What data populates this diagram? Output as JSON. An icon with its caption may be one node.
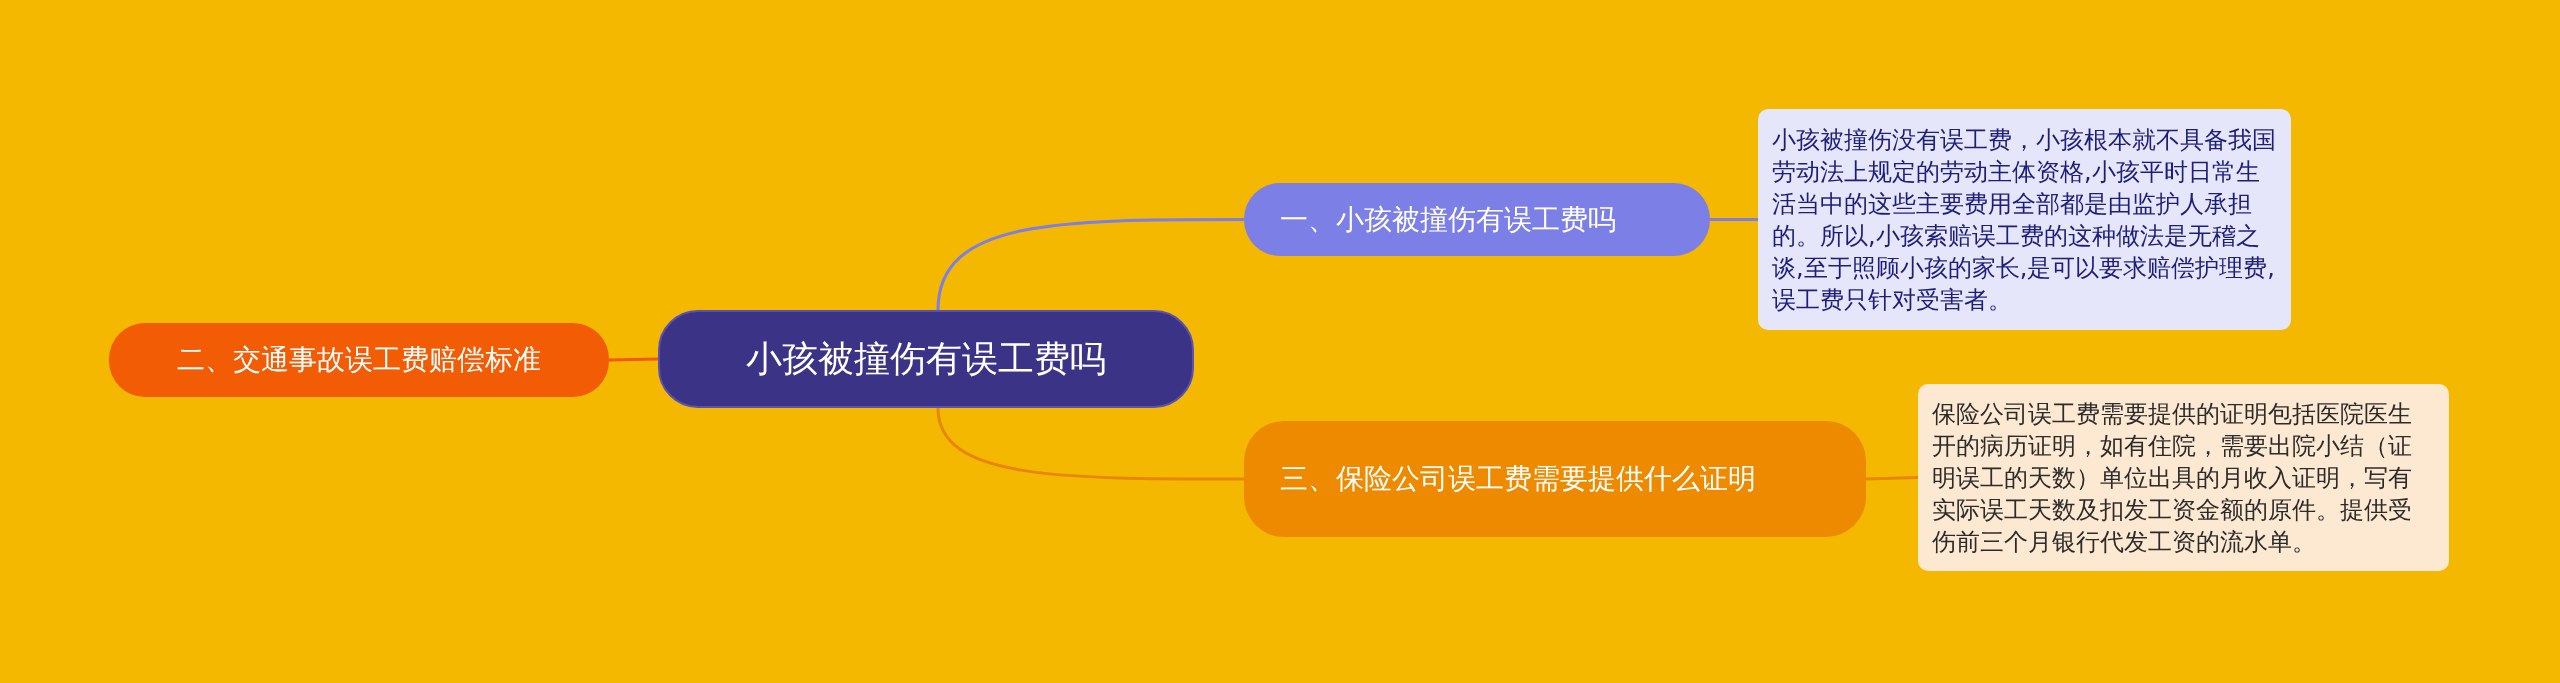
{
  "diagram": {
    "nodes": [
      {
        "text": [
          "小孩被撞伤有误工费吗"
        ]
      },
      {
        "text": [
          "一、小孩被撞伤有误工费吗"
        ]
      },
      {
        "text": [
          "小孩被撞伤没有误工费，小孩根本就不具备我国劳动法上规定的劳动主体资格,小孩平时日常生活当中的这些主要费用全部都是由监护人承担的。所以,小孩索赔误工费的这种做法是无稽之谈,至于照顾小孩的家长,是可以要求赔偿护理费,误工费只针对受害者。"
        ]
      },
      {
        "text": [
          "三、保险公司误工费需要提供什么证明"
        ]
      },
      {
        "text": [
          "保险公司误工费需要提供的证明包括医院医生开的病历证明，如有住院，需要出院小结（证明误工的天数）单位出具的月收入证明，写有实际误工天数及扣发工资金额的原件。提供受伤前三个月银行代发工资的流水单。"
        ]
      },
      {
        "text": [
          "二、交通事故误工费赔偿标准"
        ]
      }
    ],
    "edges": [
      {
        "from": 0,
        "to": 1,
        "arrow": "none",
        "color": "#7b7fe6"
      },
      {
        "from": 1,
        "to": 2,
        "arrow": "none",
        "color": "#7b7fe6"
      },
      {
        "from": 0,
        "to": 3,
        "arrow": "none",
        "color": "#e8860a"
      },
      {
        "from": 3,
        "to": 4,
        "arrow": "none",
        "color": "#e8860a"
      },
      {
        "from": 0,
        "to": 5,
        "arrow": "none",
        "color": "#f05a0a"
      }
    ]
  }
}
